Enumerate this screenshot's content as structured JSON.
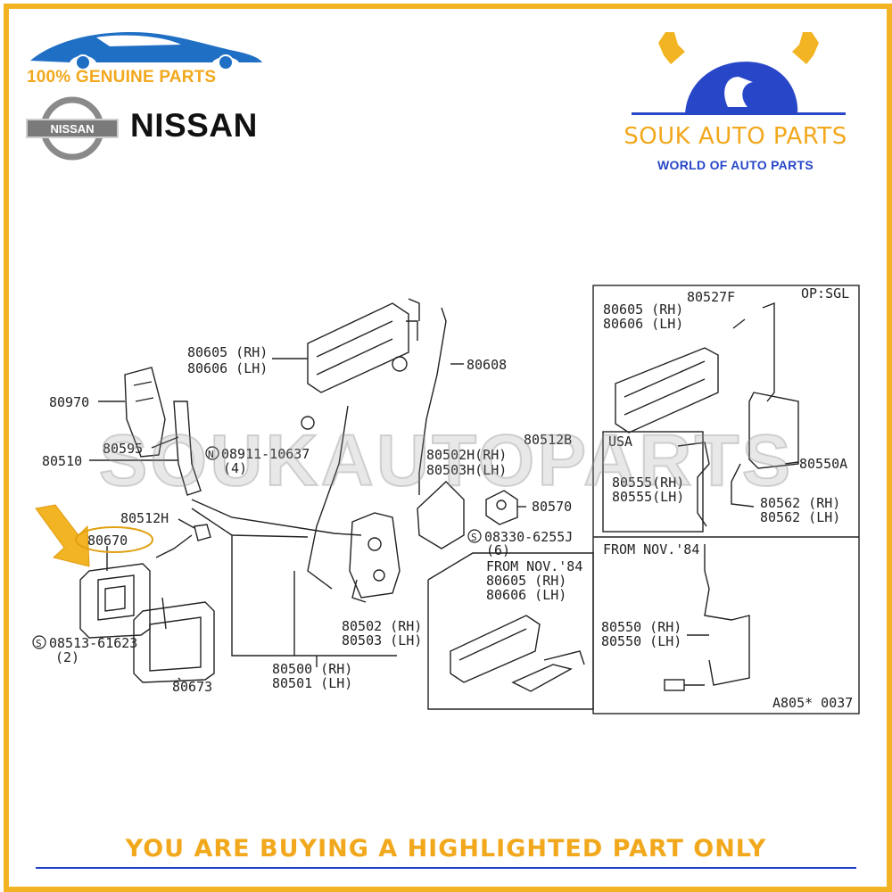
{
  "brand": {
    "genuine_text": "100% GENUINE PARTS",
    "oem_logo_text": "NISSAN",
    "oem_name": "NISSAN"
  },
  "seller": {
    "name": "SOUK AUTO PARTS",
    "tagline": "WORLD OF AUTO PARTS"
  },
  "watermark": "SOUKAUTOPARTS",
  "footer": "YOU ARE BUYING A HIGHLIGHTED PART ONLY",
  "colors": {
    "accent": "#f2b422",
    "brand_blue": "#2040c8"
  },
  "diagram": {
    "labels": {
      "p80605_rh": "80605 (RH)",
      "p80606_lh": "80606 (LH)",
      "p80608": "80608",
      "p80970": "80970",
      "p80595": "80595",
      "p80510": "80510",
      "n08911": "08911-10637",
      "n08911_qty": "(4)",
      "p80512b": "80512B",
      "p80502h": "80502H(RH)",
      "p80503h": "80503H(LH)",
      "p80570": "80570",
      "n08330": "08330-6255J",
      "n08330_qty": "(6)",
      "p80512h": "80512H",
      "p80670": "80670",
      "n08513": "08513-61623",
      "n08513_qty": "(2)",
      "p80673": "80673",
      "p80502_rh": "80502 (RH)",
      "p80503_lh": "80503 (LH)",
      "p80500_rh": "80500 (RH)",
      "p80501_lh": "80501 (LH)",
      "from_nov_84": "FROM NOV.'84",
      "inset_80605_rh": "80605 (RH)",
      "inset_80606_lh": "80606 (LH)",
      "op_sgl": "OP:SGL",
      "r_80605_rh": "80605 (RH)",
      "r_80606_lh": "80606 (LH)",
      "p80527f": "80527F",
      "usa": "USA",
      "p80555_rh": "80555(RH)",
      "p80555_lh": "80555(LH)",
      "p80550a": "80550A",
      "p80562_rh": "80562 (RH)",
      "p80562_lh": "80562 (LH)",
      "from_nov_84_b": "FROM NOV.'84",
      "p80550_rh": "80550 (RH)",
      "p80550_lh": "80550 (LH)",
      "ref_code": "A805* 0037"
    }
  }
}
